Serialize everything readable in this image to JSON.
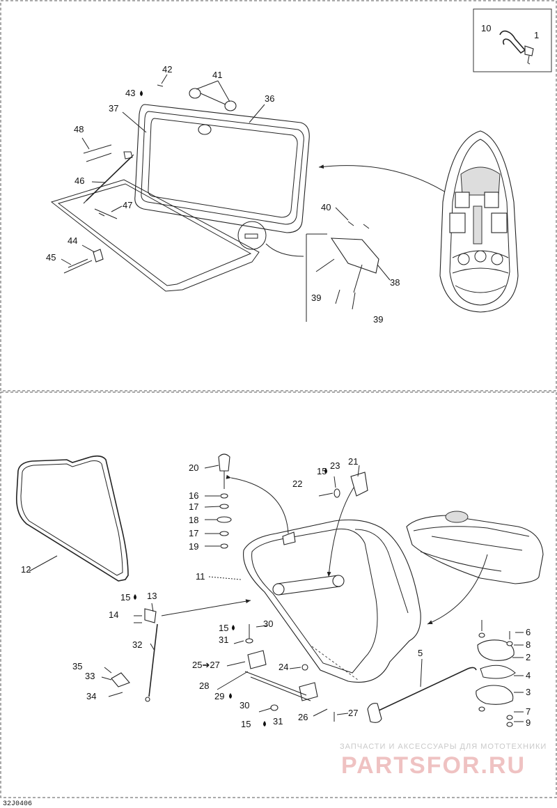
{
  "labels": {
    "p1": "1",
    "p2": "2",
    "p3": "3",
    "p4": "4",
    "p5": "5",
    "p6": "6",
    "p7": "7",
    "p8": "8",
    "p9": "9",
    "p10": "10",
    "p11": "11",
    "p12": "12",
    "p13": "13",
    "p14": "14",
    "p15a": "15",
    "p15b": "15",
    "p15c": "15",
    "p16": "16",
    "p17a": "17",
    "p17b": "17",
    "p18": "18",
    "p19": "19",
    "p20": "20",
    "p21": "21",
    "p22": "22",
    "p23": "23",
    "p24": "24",
    "p25": "25➔27",
    "p26": "26",
    "p27": "27",
    "p28": "28",
    "p29": "29",
    "p30a": "30",
    "p30b": "30",
    "p31a": "31",
    "p31b": "31",
    "p32": "32",
    "p33": "33",
    "p34": "34",
    "p35": "35",
    "p36": "36",
    "p37": "37",
    "p38": "38",
    "p39a": "39",
    "p39b": "39",
    "p40": "40",
    "p41": "41",
    "p42": "42",
    "p43": "43",
    "p44": "44",
    "p45": "45",
    "p46": "46",
    "p47": "47",
    "p48": "48"
  },
  "watermark": {
    "line1": "ЗАПЧАСТИ И АКСЕССУАРЫ ДЛЯ МОТОТЕХНИКИ",
    "logo": "PARTSFOR.RU"
  },
  "ref_code": "32J0406"
}
